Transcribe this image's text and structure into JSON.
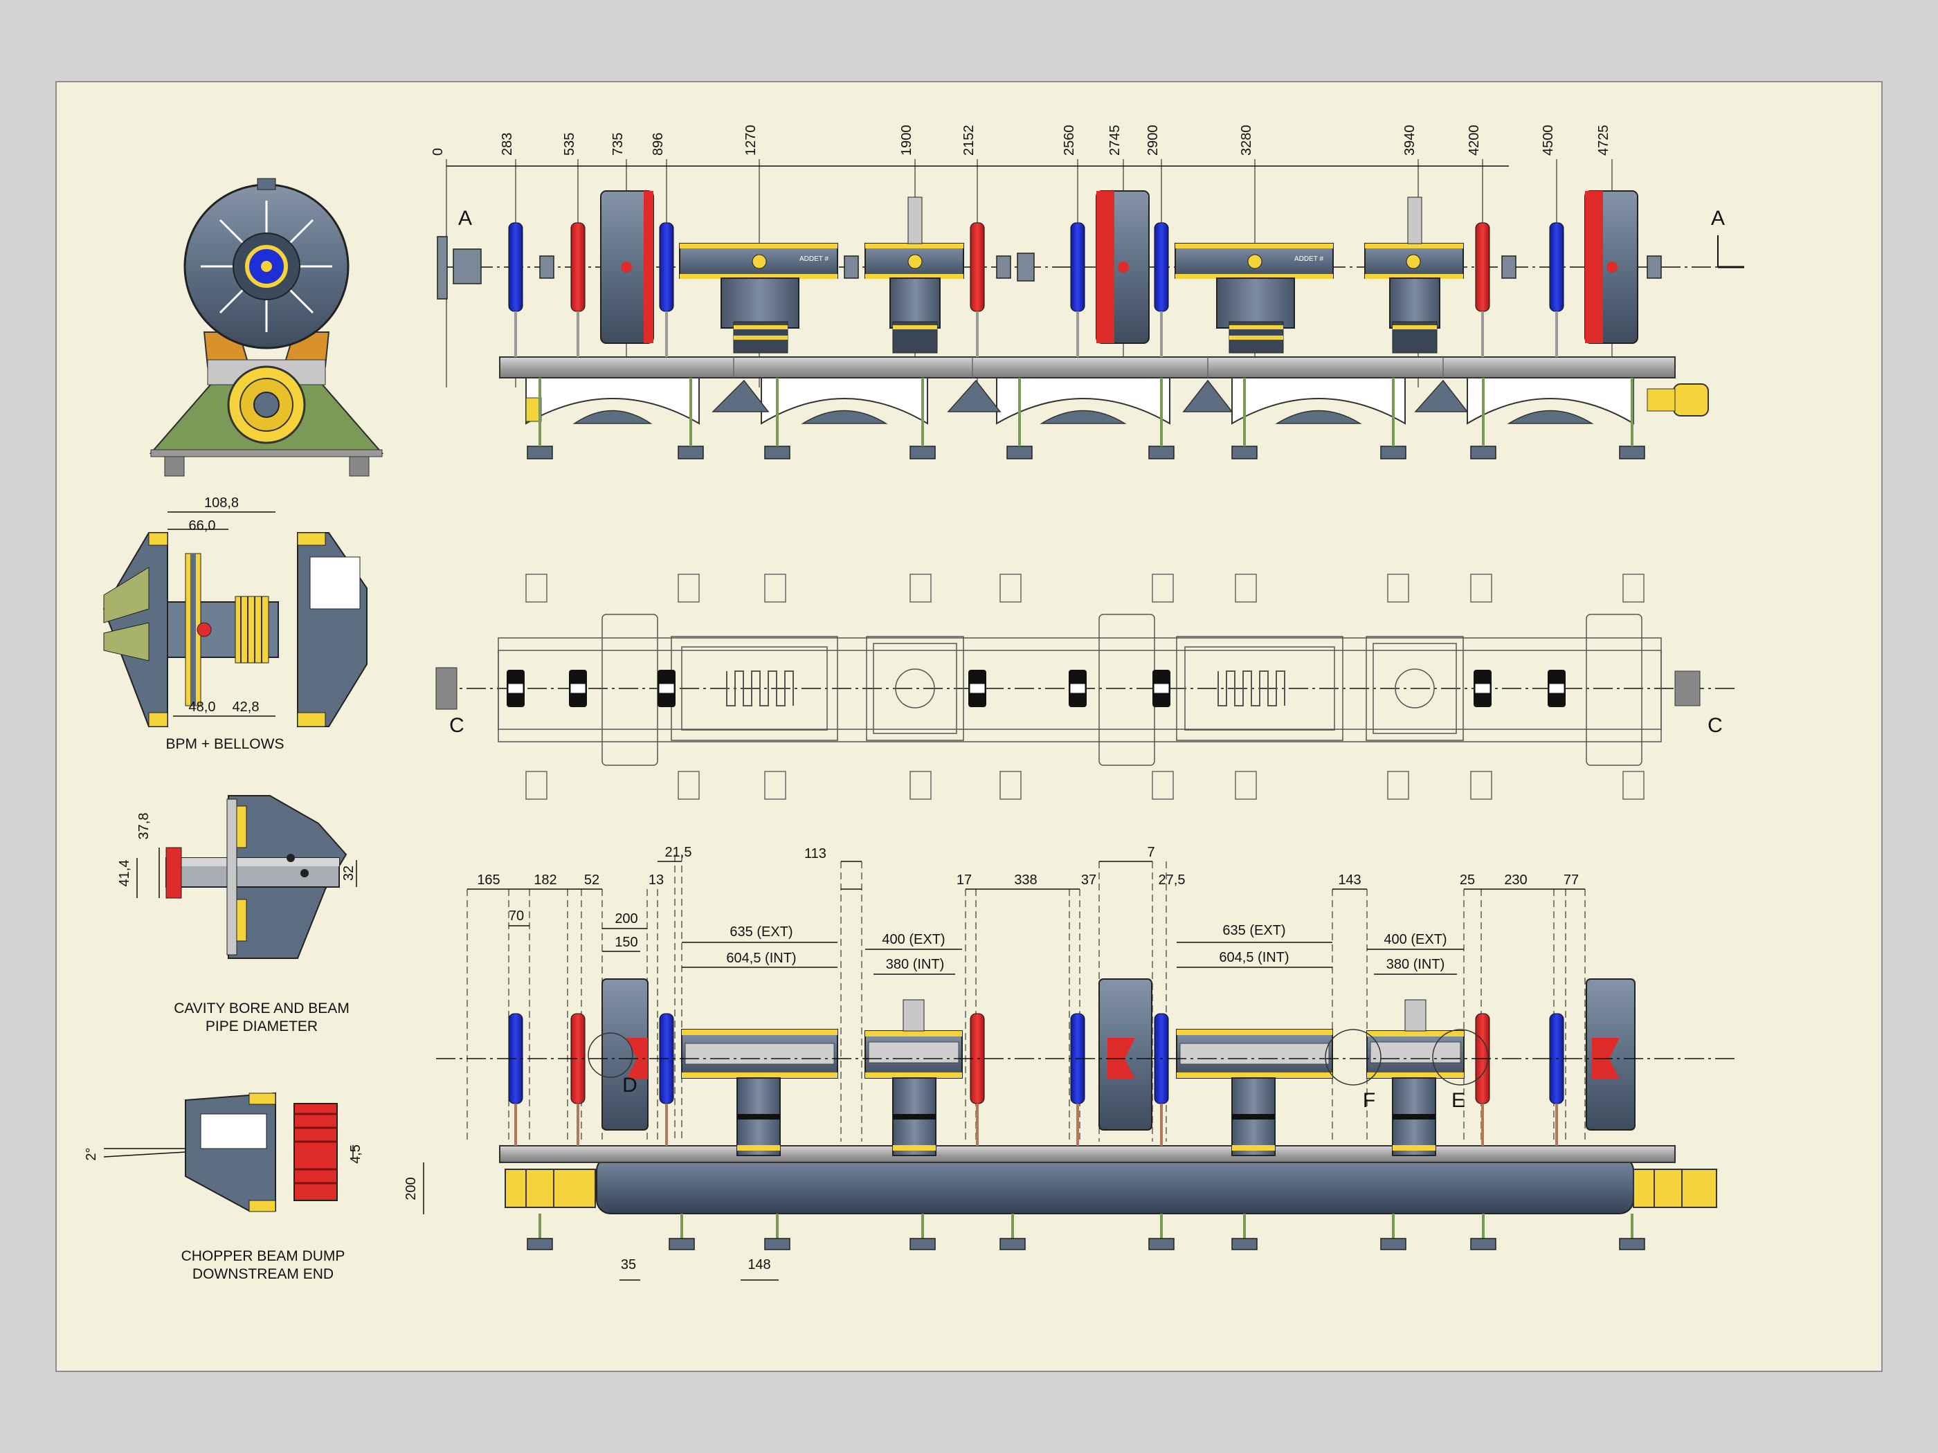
{
  "top_dimensions": [
    "0",
    "283",
    "535",
    "735",
    "896",
    "1270",
    "1900",
    "2152",
    "2560",
    "2745",
    "2900",
    "3280",
    "3940",
    "4200",
    "4500",
    "4725"
  ],
  "cut_labels": {
    "a_left": "A",
    "a_right": "A",
    "c_left": "C",
    "c_right": "C",
    "d": "D",
    "f": "F",
    "e": "E"
  },
  "detail_bpm": {
    "caption": "BPM + BELLOWS",
    "dim_108": "108,8",
    "dim_66": "66,0",
    "dim_48": "48,0",
    "dim_42": "42,8"
  },
  "detail_bore": {
    "caption_line1": "CAVITY BORE AND BEAM",
    "caption_line2": "PIPE DIAMETER",
    "dim_37": "37,8",
    "dim_41": "41,4",
    "dim_32": "32"
  },
  "detail_dump": {
    "caption_line1": "CHOPPER BEAM DUMP",
    "caption_line2": "DOWNSTREAM END",
    "dim_angle": "2°",
    "dim_4_5": "4,5"
  },
  "bottom_dims_top": [
    "165",
    "182",
    "52",
    "13",
    "21,5",
    "113",
    "17",
    "338",
    "37",
    "7",
    "27,5",
    "143",
    "25",
    "230",
    "77"
  ],
  "bottom_dims_mid": {
    "d70": "70",
    "d200": "200",
    "d150": "150",
    "ext1": "635 (EXT)",
    "int1": "604,5 (INT)",
    "ext2": "400 (EXT)",
    "int2": "380 (INT)",
    "ext3": "635 (EXT)",
    "int3": "604,5 (INT)",
    "ext4": "400 (EXT)",
    "int4": "380 (INT)"
  },
  "bottom_dims_low": {
    "d200v": "200",
    "d35": "35",
    "d148": "148"
  },
  "chopper_text": "ADDET #",
  "colors": {
    "steel": "#5e6e82",
    "red": "#e02b2b",
    "blue": "#1e2fd6",
    "yellow": "#f4d43a",
    "green": "#7b9a58",
    "orange": "#d9912a",
    "sheet": "#f3f1dc"
  }
}
